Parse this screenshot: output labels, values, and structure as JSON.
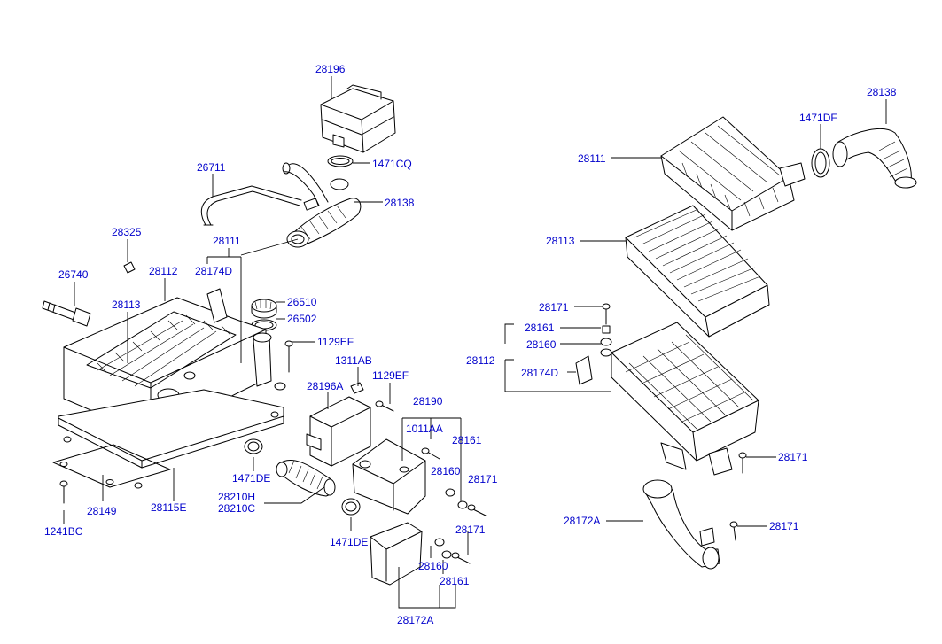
{
  "labels": {
    "l28196": "28196",
    "l1471CQ": "1471CQ",
    "l26711": "26711",
    "l28138a": "28138",
    "l28325": "28325",
    "l28111a": "28111",
    "l28112a": "28112",
    "l28174Da": "28174D",
    "l26740": "26740",
    "l26510": "26510",
    "l26502": "26502",
    "l28113a": "28113",
    "l1129EFa": "1129EF",
    "l1311AB": "1311AB",
    "l1129EFb": "1129EF",
    "l28196A": "28196A",
    "l28190": "28190",
    "l1011AA": "1011AA",
    "l28161a": "28161",
    "l28160a": "28160",
    "l28171a": "28171",
    "l1471DEa": "1471DE",
    "l28210H": "28210H",
    "l28210C": "28210C",
    "l28149": "28149",
    "l28115E": "28115E",
    "l1241BC": "1241BC",
    "l1471DEb": "1471DE",
    "l28171b": "28171",
    "l28160b": "28160",
    "l28161b": "28161",
    "l28172Aa": "28172A",
    "l28138b": "28138",
    "l1471DF": "1471DF",
    "l28111b": "28111",
    "l28113b": "28113",
    "l28171c": "28171",
    "l28161c": "28161",
    "l28160c": "28160",
    "l28112b": "28112",
    "l28174Db": "28174D",
    "l28171d": "28171",
    "l28172Ab": "28172A",
    "l28171e": "28171"
  },
  "colors": {
    "label": "#0000cc",
    "line": "#000000",
    "background": "#ffffff"
  }
}
